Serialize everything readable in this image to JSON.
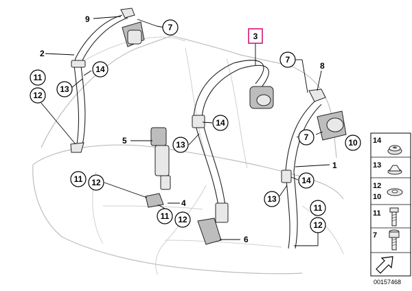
{
  "highlight_label": "3",
  "callouts": {
    "c7a": "7",
    "c7b": "7",
    "c7c": "7",
    "c11a": "11",
    "c12a": "12",
    "c13a": "13",
    "c14a": "14",
    "c14b": "14",
    "c13b": "13",
    "c11b": "11",
    "c12b": "12",
    "c11c": "11",
    "c12c": "12",
    "c13c": "13",
    "c14c": "14",
    "c11d": "11",
    "c12d": "12",
    "c10": "10"
  },
  "plain_labels": {
    "p9": "9",
    "p2": "2",
    "p8": "8",
    "p5": "5",
    "p4": "4",
    "p6": "6",
    "p1": "1"
  },
  "legend": {
    "items": [
      {
        "label": "14"
      },
      {
        "label": "13"
      },
      {
        "label": "12"
      },
      {
        "label": "10"
      },
      {
        "label": "11"
      },
      {
        "label": "7"
      }
    ]
  },
  "drawing_code": "00157468"
}
